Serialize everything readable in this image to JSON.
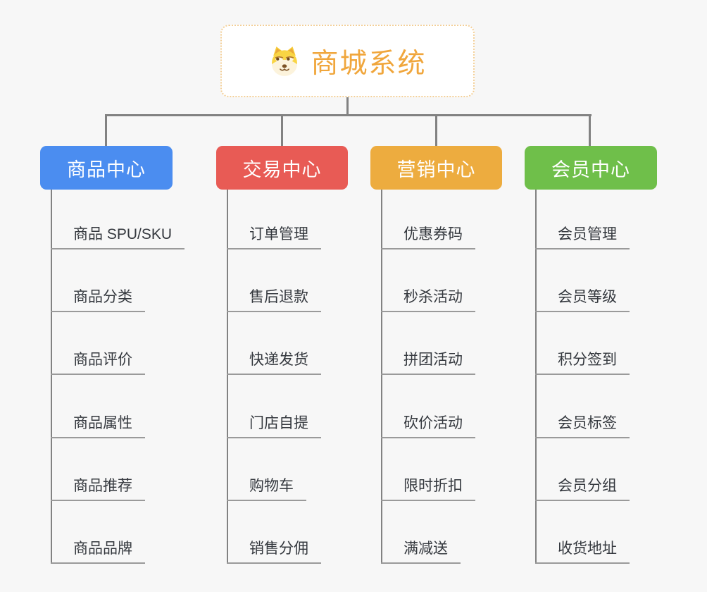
{
  "app": {
    "name": "mindmap-canvas",
    "background": "#F7F7F7"
  },
  "root": {
    "label": "商城系统",
    "icon": "dog-face-icon",
    "text_color": "#F0A63C",
    "border_color": "#F3CF97"
  },
  "connector_color": "#828282",
  "branches": [
    {
      "label": "商品中心",
      "color": "#4B8DF0",
      "children": [
        "商品 SPU/SKU",
        "商品分类",
        "商品评价",
        "商品属性",
        "商品推荐",
        "商品品牌"
      ]
    },
    {
      "label": "交易中心",
      "color": "#E85B55",
      "children": [
        "订单管理",
        "售后退款",
        "快递发货",
        "门店自提",
        "购物车",
        "销售分佣"
      ]
    },
    {
      "label": "营销中心",
      "color": "#EDAC3F",
      "children": [
        "优惠券码",
        "秒杀活动",
        "拼团活动",
        "砍价活动",
        "限时折扣",
        "满减送"
      ]
    },
    {
      "label": "会员中心",
      "color": "#6FBF4A",
      "children": [
        "会员管理",
        "会员等级",
        "积分签到",
        "会员标签",
        "会员分组",
        "收货地址"
      ]
    }
  ]
}
